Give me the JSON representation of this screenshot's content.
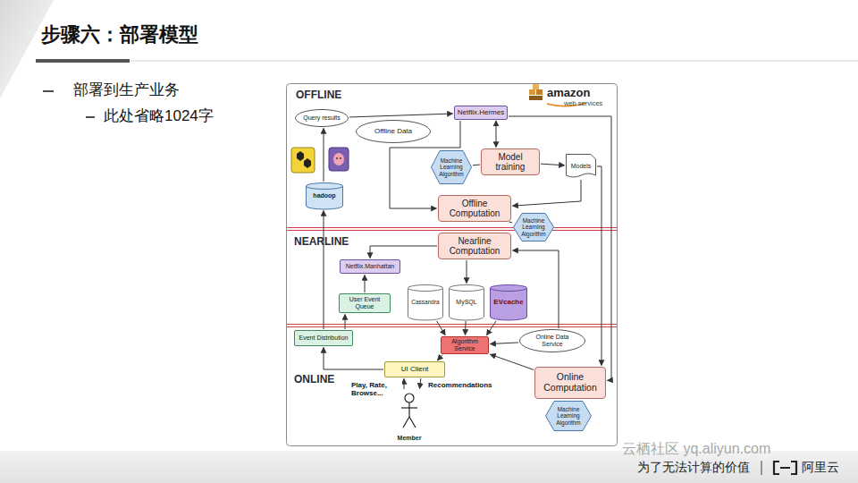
{
  "diagram": {
    "title": "步骤六：部署模型",
    "nodes": [
      {
        "text": [
          "OFFLINE"
        ]
      },
      {
        "text": [
          "Query results"
        ],
        "in": 0
      },
      {
        "text": [
          "Netflix.Hermes"
        ],
        "in": 0
      },
      {
        "text": [
          "Offline Data"
        ],
        "in": 0
      },
      {
        "text": [
          "Machine Learning Algorithm"
        ],
        "in": 0
      },
      {
        "text": [
          "Model training"
        ],
        "in": 0
      },
      {
        "text": [
          "Models"
        ],
        "in": 0
      },
      {
        "text": [
          "hadoop"
        ],
        "in": 0
      },
      {
        "text": [
          "Offline Computation"
        ],
        "in": 0
      },
      {
        "text": [
          "Machine Learning Algorithm"
        ],
        "in": 0
      },
      {
        "text": [
          "NEARLINE"
        ]
      },
      {
        "text": [
          "Nearline Computation"
        ],
        "in": 10
      },
      {
        "text": [
          "Netflix.Manhattan"
        ],
        "in": 10
      },
      {
        "text": [
          "User Event Queue"
        ],
        "in": 10
      },
      {
        "text": [
          "Cassandra"
        ],
        "in": 10
      },
      {
        "text": [
          "MySQL"
        ],
        "in": 10
      },
      {
        "text": [
          "EVcache"
        ],
        "in": 10
      },
      {
        "text": [
          "ONLINE"
        ]
      },
      {
        "text": [
          "Event Distribution"
        ],
        "in": 17
      },
      {
        "text": [
          "Algorithm Service"
        ],
        "in": 17
      },
      {
        "text": [
          "Online Data Service"
        ],
        "in": 17
      },
      {
        "text": [
          "UI Client"
        ],
        "in": 17
      },
      {
        "text": [
          "Member"
        ],
        "in": 17
      },
      {
        "text": [
          "Online Computation"
        ],
        "in": 17
      },
      {
        "text": [
          "Machine Learning Algorithm"
        ],
        "in": 17
      }
    ],
    "edges": [
      {
        "from": 7,
        "to": 1,
        "arrow": "to"
      },
      {
        "from": 1,
        "to": 2,
        "arrow": "to"
      },
      {
        "from": 2,
        "to": 5,
        "arrow": "both"
      },
      {
        "from": 4,
        "to": 5,
        "arrow": "none"
      },
      {
        "from": 5,
        "to": 6,
        "arrow": "to"
      },
      {
        "from": 6,
        "to": 8,
        "arrow": "to"
      },
      {
        "from": 6,
        "to": 23,
        "arrow": "to"
      },
      {
        "from": 2,
        "to": 8,
        "arrow": "to"
      },
      {
        "from": 2,
        "to": 23,
        "arrow": "to"
      },
      {
        "from": 8,
        "to": 9,
        "arrow": "none"
      },
      {
        "from": 11,
        "to": 12,
        "arrow": "to"
      },
      {
        "from": 13,
        "to": 12,
        "arrow": "to"
      },
      {
        "from": 18,
        "to": 13,
        "arrow": "to"
      },
      {
        "from": 18,
        "to": 7,
        "arrow": "to"
      },
      {
        "from": 11,
        "to": 15,
        "arrow": "to"
      },
      {
        "from": 14,
        "to": 19,
        "arrow": "to"
      },
      {
        "from": 15,
        "to": 19,
        "arrow": "to"
      },
      {
        "from": 16,
        "to": 19,
        "arrow": "to"
      },
      {
        "from": 20,
        "to": 11,
        "arrow": "to"
      },
      {
        "from": 20,
        "to": 19,
        "arrow": "to"
      },
      {
        "from": 23,
        "to": 19,
        "arrow": "to"
      },
      {
        "from": 19,
        "to": 21,
        "arrow": "to"
      },
      {
        "from": 21,
        "to": 18,
        "arrow": "to"
      },
      {
        "from": 22,
        "to": 21,
        "label": "Play, Rate, Browse...",
        "arrow": "to"
      },
      {
        "from": 21,
        "to": 22,
        "label": "Recommendations",
        "arrow": "to"
      },
      {
        "from": 23,
        "to": 24,
        "arrow": "none"
      }
    ],
    "labels": [
      "部署到生产业务",
      "此处省略1024字",
      "amazon",
      "web services",
      "云栖社区 yq.aliyun.com",
      "为了无法计算的价值",
      "阿里云"
    ]
  }
}
